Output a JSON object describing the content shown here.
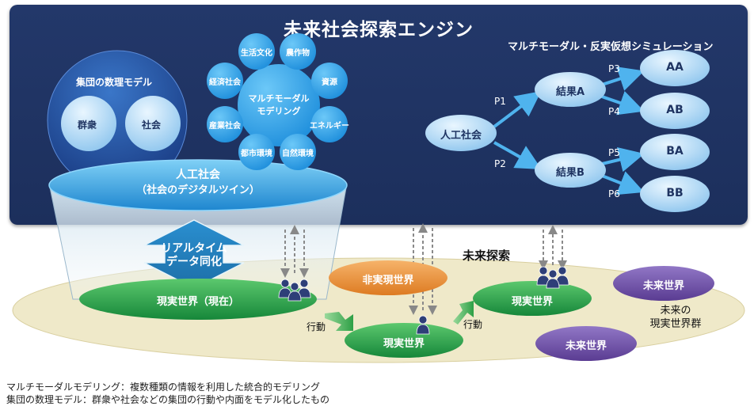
{
  "panel": {
    "title": "未来社会探索エンジン",
    "subtitle": "マルチモーダル・反実仮想シミュレーション"
  },
  "math_model": {
    "label": "集団の数理モデル",
    "items": [
      "群衆",
      "社会"
    ]
  },
  "multimodal": {
    "center_line1": "マルチモーダル",
    "center_line2": "モデリング",
    "bubbles": [
      "生活文化",
      "農作物",
      "資源",
      "エネルギー",
      "自然環境",
      "都市環境",
      "産業社会",
      "経済社会"
    ]
  },
  "digital_twin": {
    "line1": "人工社会",
    "line2": "（社会のデジタルツイン）"
  },
  "sync": {
    "line1": "リアルタイム",
    "line2": "データ同化"
  },
  "tree": {
    "root": "人工社会",
    "results": [
      "結果A",
      "結果B"
    ],
    "leaves": [
      "AA",
      "AB",
      "BA",
      "BB"
    ],
    "edge_labels": [
      "P1",
      "P2",
      "P3",
      "P4",
      "P5",
      "P6"
    ]
  },
  "world": {
    "current": "現実世界（現在）",
    "counterfactual": "非実現世界",
    "real_1": "現実世界",
    "real_2": "現実世界",
    "future_a": "未来世界",
    "future_b": "未来世界",
    "future_exploration": "未来探索",
    "future_group_line1": "未来の",
    "future_group_line2": "現実世界群",
    "action_1": "行動",
    "action_2": "行動"
  },
  "footnotes": [
    "マルチモーダルモデリング：複数種類の情報を利用した統合的モデリング",
    "集団の数理モデル：群衆や社会などの集団の行動や内面をモデル化したもの"
  ],
  "colors": {
    "panel": "#1f3462",
    "bubble": "#2a9be0",
    "green": "#1a9a3e",
    "orange": "#e8913a",
    "purple": "#6c4ea0",
    "ground": "#efe8c8",
    "people": "#2e3f78"
  }
}
